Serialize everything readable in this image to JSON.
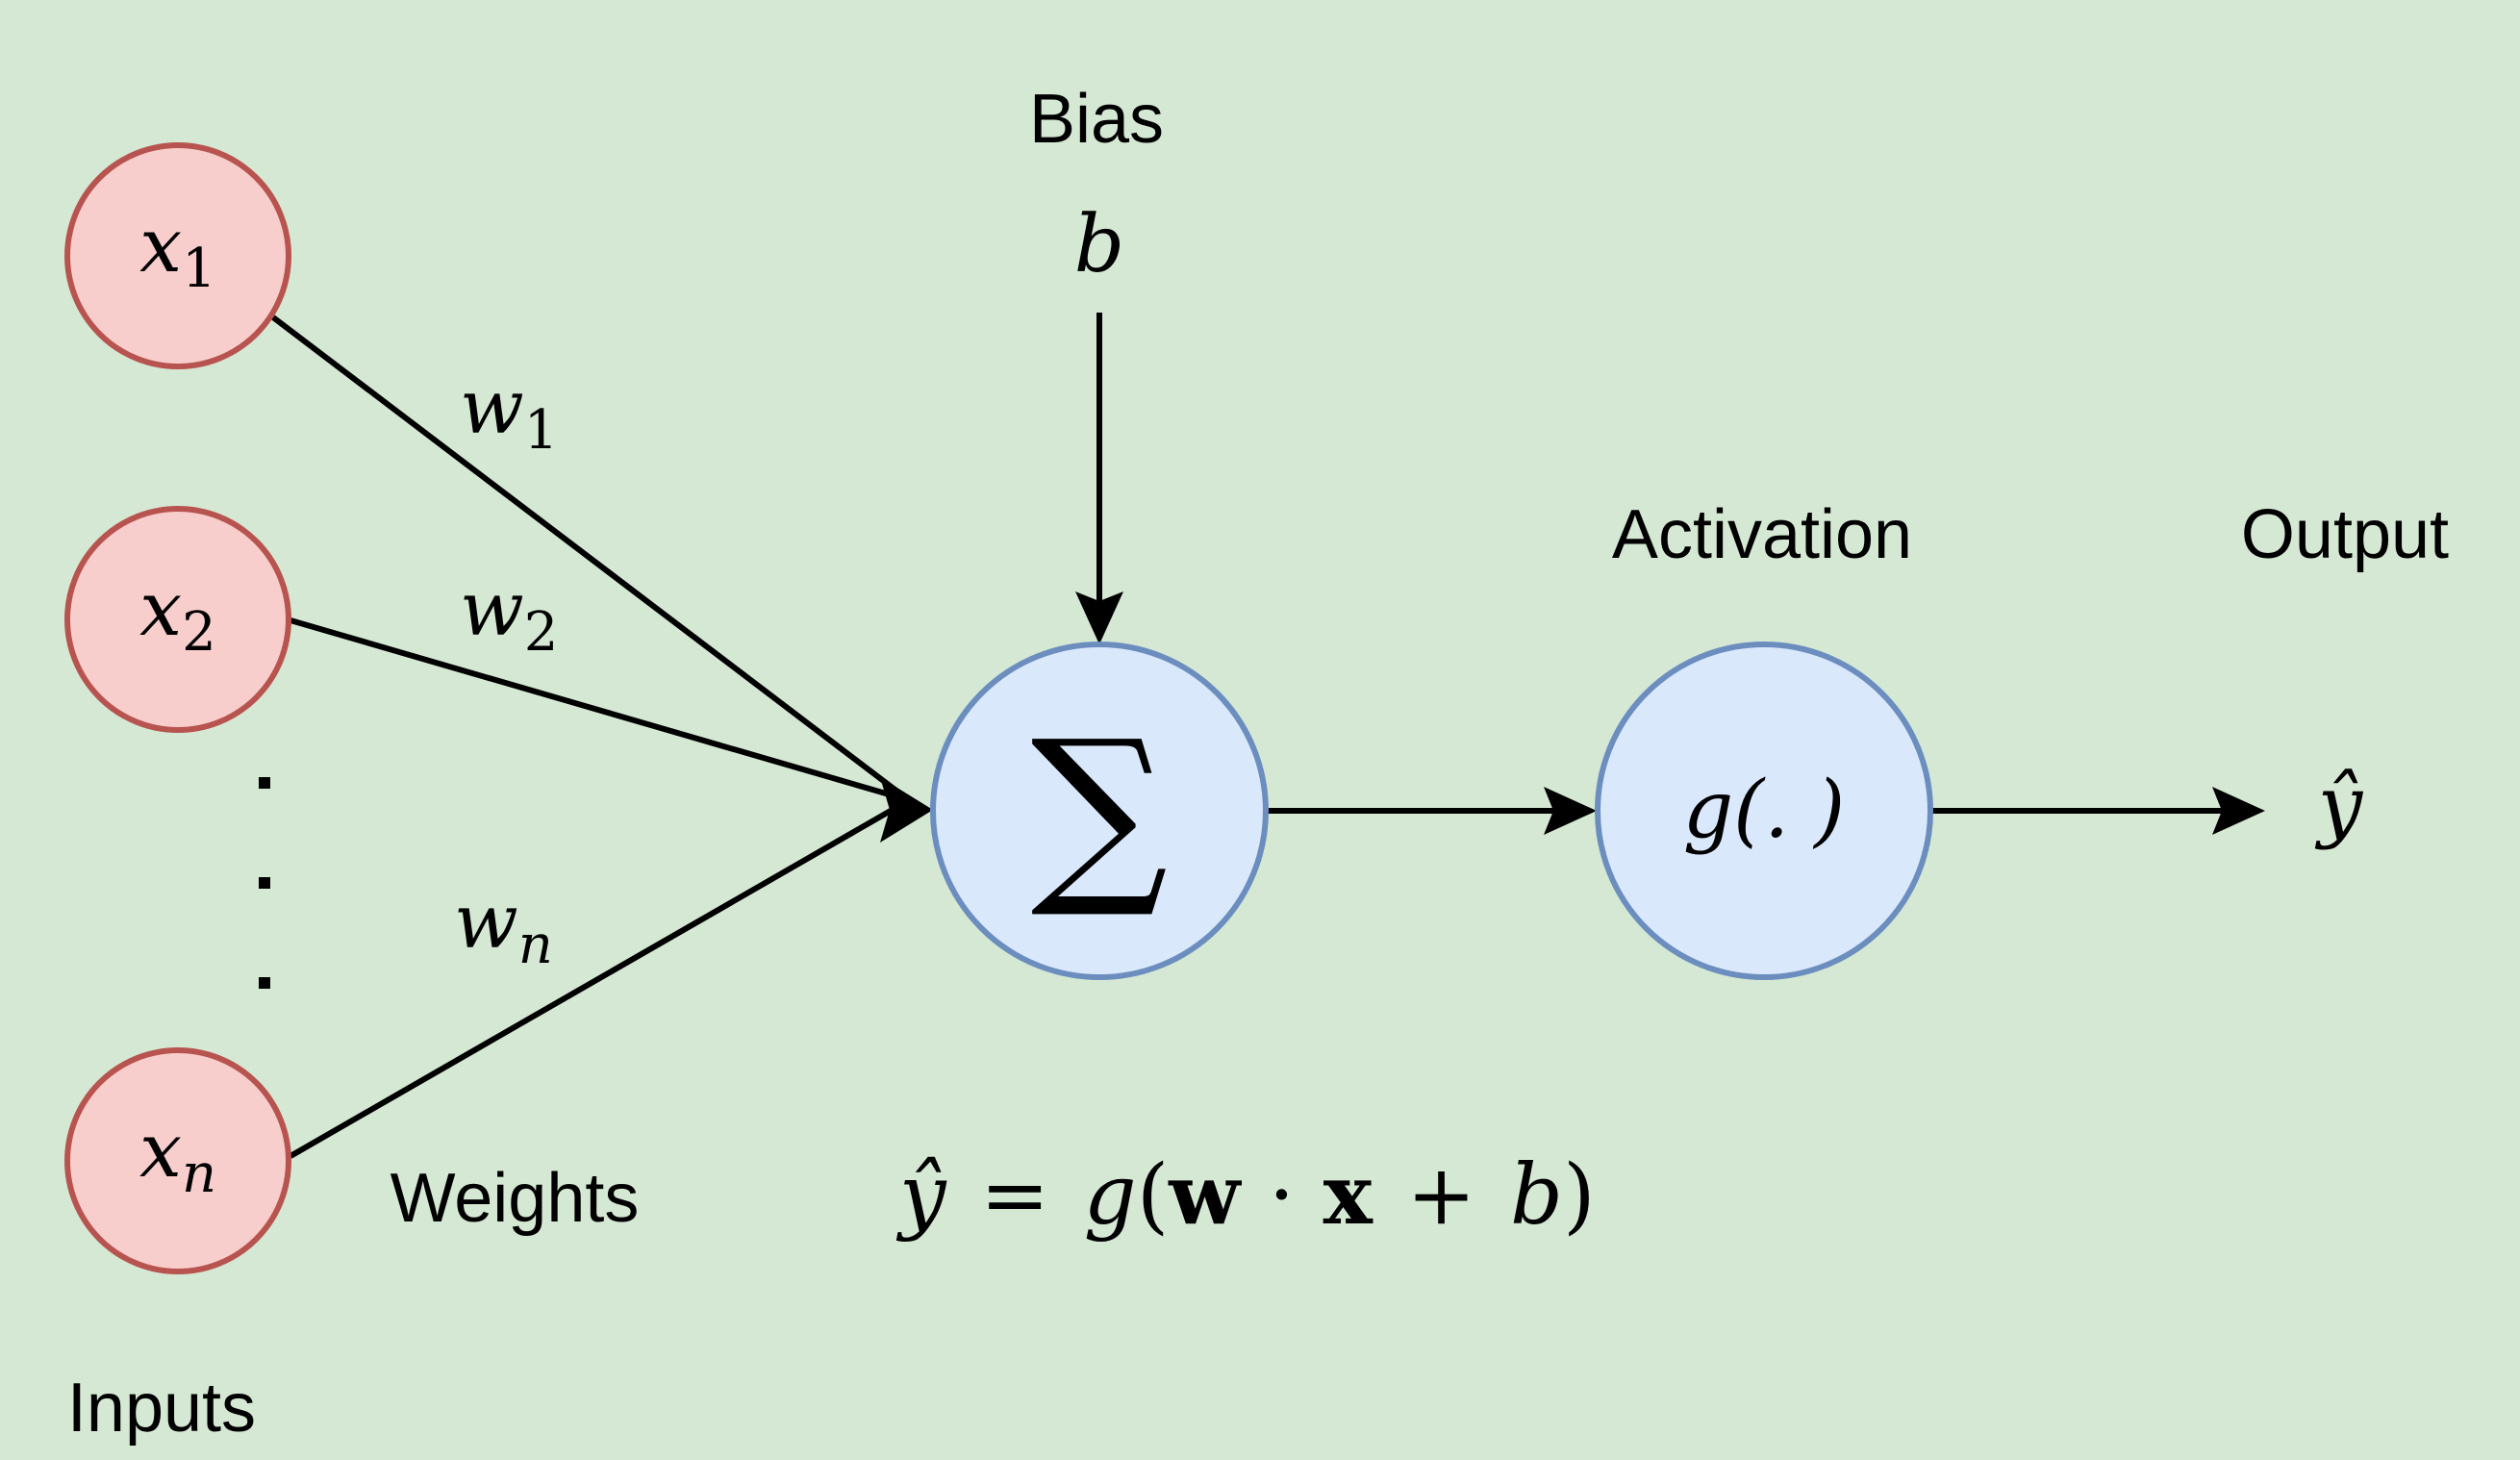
{
  "labels": {
    "bias": "Bias",
    "activation": "Activation",
    "output": "Output",
    "weights": "Weights",
    "inputs": "Inputs"
  },
  "inputs": [
    {
      "sym": "x",
      "sub": "1"
    },
    {
      "sym": "x",
      "sub": "2"
    },
    {
      "sym": "x",
      "sub": "n"
    }
  ],
  "weights": [
    {
      "sym": "w",
      "sub": "1"
    },
    {
      "sym": "w",
      "sub": "2"
    },
    {
      "sym": "w",
      "sub": "n"
    }
  ],
  "bias_symbol": "b",
  "sum_symbol": "∑",
  "activation_symbol": "g(. )",
  "output_symbol": "ŷ",
  "equation": {
    "lhs": "ŷ",
    "eq": "=",
    "g": "g",
    "open": "(",
    "w": "w",
    "dot": "·",
    "x": "x",
    "plus": "+",
    "b": "b",
    "close": ")"
  },
  "colors": {
    "background": "#d5e8d4",
    "input_fill": "#f8cecc",
    "input_stroke": "#b85450",
    "neuron_fill": "#dae8fc",
    "neuron_stroke": "#6c8ebf",
    "edge": "#000000"
  }
}
